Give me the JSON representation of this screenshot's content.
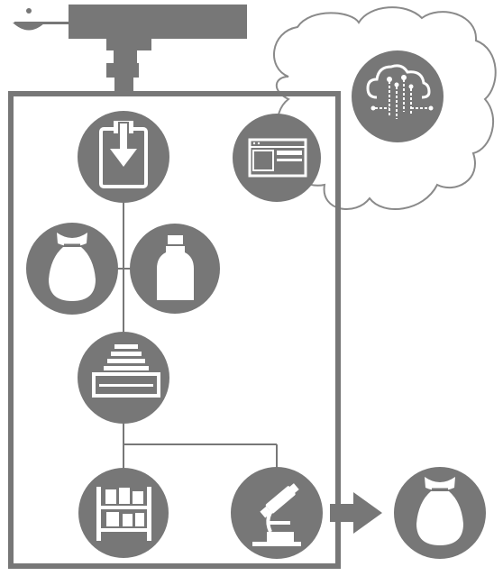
{
  "diagram": {
    "colors": {
      "primary": "#777777",
      "white": "#ffffff",
      "cloud_stroke": "#8a8a8a"
    },
    "nodes": [
      {
        "id": "ingest",
        "icon": "clipboard-download-icon"
      },
      {
        "id": "web-interface",
        "icon": "browser-window-icon"
      },
      {
        "id": "bag-input",
        "icon": "sack-icon"
      },
      {
        "id": "bottle-input",
        "icon": "bottle-icon"
      },
      {
        "id": "printer",
        "icon": "printer-icon"
      },
      {
        "id": "storage",
        "icon": "shelf-icon"
      },
      {
        "id": "analysis",
        "icon": "microscope-icon"
      },
      {
        "id": "cloud-service",
        "icon": "cloud-network-icon"
      },
      {
        "id": "bag-output",
        "icon": "sack-icon"
      }
    ]
  }
}
